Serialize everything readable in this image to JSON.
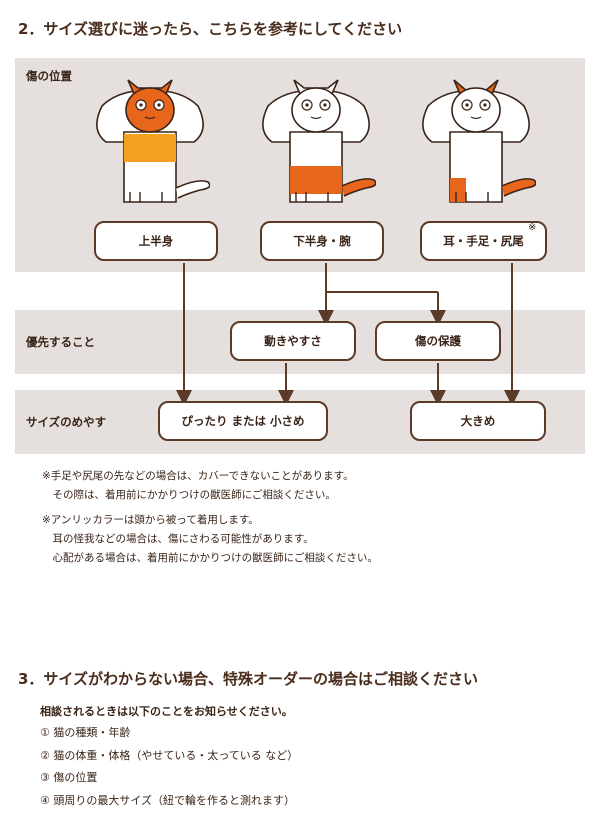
{
  "section2": {
    "title": "2．サイズ選びに迷ったら、こちらを参考にしてください",
    "row_labels": {
      "wound_position": "傷の位置",
      "priority": "優先すること",
      "size_guide": "サイズのめやす"
    },
    "position_boxes": {
      "upper": "上半身",
      "lower": "下半身・腕",
      "ears_tail": "耳・手足・尻尾"
    },
    "asterisk": "※",
    "priority_boxes": {
      "ease_of_movement": "動きやすさ",
      "wound_protection": "傷の保護"
    },
    "size_boxes": {
      "snug": "ぴったり または 小さめ",
      "large": "大きめ"
    },
    "notes": [
      [
        "※手足や尻尾の先などの場合は、カバーできないことがあります。",
        "　その際は、着用前にかかりつけの獣医師にご相談ください。"
      ],
      [
        "※アンリッカラーは頭から被って着用します。",
        "　耳の怪我などの場合は、傷にさわる可能性があります。",
        "　心配がある場合は、着用前にかかりつけの獣医師にご相談ください。"
      ]
    ],
    "colors": {
      "band": "#e5e0dd",
      "box_border": "#5b3a27",
      "arrow": "#5b3a27",
      "highlight_orange": "#e8661c",
      "collar_orange": "#f5a020"
    }
  },
  "section3": {
    "title": "3．サイズがわからない場合、特殊オーダーの場合はご相談ください",
    "subheading": "相談されるときは以下のことをお知らせください。",
    "items": [
      "① 猫の種類・年齢",
      "② 猫の体重・体格（やせている・太っている など）",
      "③ 傷の位置",
      "④ 頭周りの最大サイズ（紐で輪を作ると測れます）"
    ]
  }
}
